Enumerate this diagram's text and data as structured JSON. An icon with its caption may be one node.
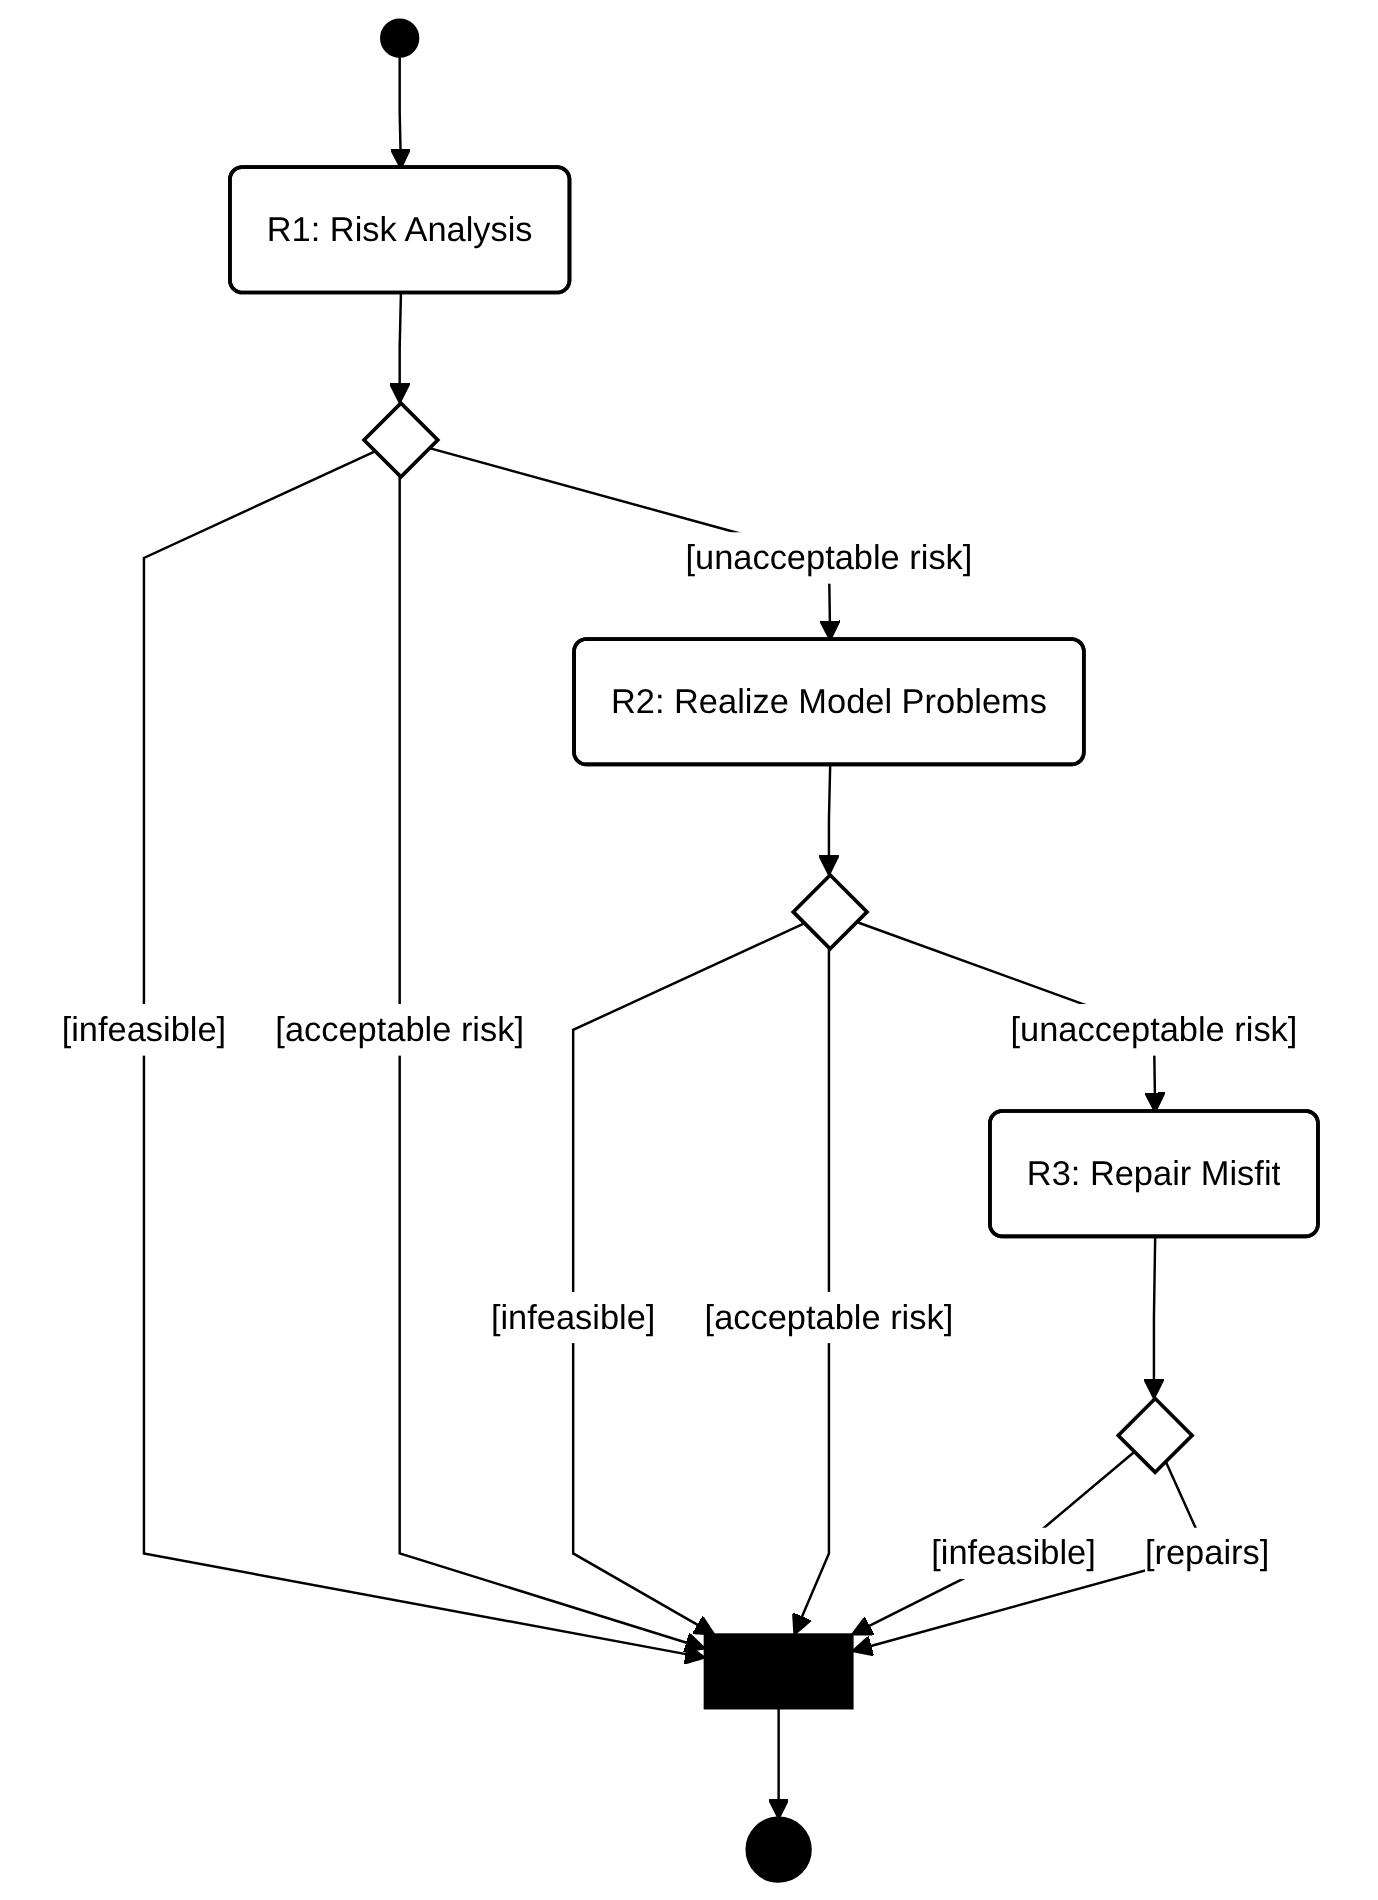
{
  "diagram": {
    "nodes": [
      {
        "text": [],
        "shape": "circle"
      },
      {
        "text": [
          "R1: Risk Analysis"
        ]
      },
      {
        "text": [],
        "shape": "diamond"
      },
      {
        "text": [
          "R2: Realize Model Problems"
        ]
      },
      {
        "text": [],
        "shape": "diamond"
      },
      {
        "text": [
          "R3: Repair Misfit"
        ]
      },
      {
        "text": [],
        "shape": "diamond"
      },
      {
        "text": [],
        "shape": "bar"
      },
      {
        "text": [],
        "shape": "circle"
      }
    ],
    "edges": [
      {
        "from": 0,
        "to": 1,
        "arrow": "to"
      },
      {
        "from": 1,
        "to": 2,
        "arrow": "to"
      },
      {
        "from": 2,
        "to": 7,
        "label": "[infeasible]",
        "arrow": "to"
      },
      {
        "from": 2,
        "to": 7,
        "label": "[acceptable risk]",
        "arrow": "to"
      },
      {
        "from": 2,
        "to": 3,
        "label": "[unacceptable risk]",
        "arrow": "to"
      },
      {
        "from": 3,
        "to": 4,
        "arrow": "to"
      },
      {
        "from": 4,
        "to": 7,
        "label": "[infeasible]",
        "arrow": "to"
      },
      {
        "from": 4,
        "to": 7,
        "label": "[acceptable risk]",
        "arrow": "to"
      },
      {
        "from": 4,
        "to": 5,
        "label": "[unacceptable risk]",
        "arrow": "to"
      },
      {
        "from": 5,
        "to": 6,
        "arrow": "to"
      },
      {
        "from": 6,
        "to": 7,
        "label": "[infeasible]",
        "arrow": "to"
      },
      {
        "from": 6,
        "to": 7,
        "label": "[repairs]",
        "arrow": "to"
      },
      {
        "from": 7,
        "to": 8,
        "arrow": "to"
      }
    ]
  }
}
